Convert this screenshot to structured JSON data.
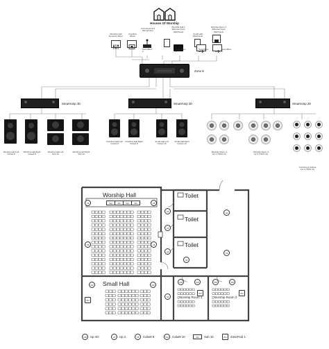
{
  "title": "Houses Of Worship",
  "sources": [
    {
      "label": "Worship Hall\nDynamic Mixer"
    },
    {
      "label": "Overflow\nMusic"
    },
    {
      "label": "Announcement\nMicrophone"
    },
    {
      "label": "SoundFlex 2"
    },
    {
      "label": "Worship Hall 1\nEthernet Input\nWall Panel"
    },
    {
      "label": "SoundFlex 2"
    },
    {
      "label": "Small Hall\nWall Panel"
    },
    {
      "label": "SoundFlex 2"
    },
    {
      "label": "Worship Room 1\nEthernet Input\nWall Panel"
    },
    {
      "label": "SoundFlex 2"
    }
  ],
  "zone": {
    "name": "Zone 8"
  },
  "amps": [
    {
      "name": "SmartAmp 30"
    },
    {
      "name": "SmartAmp 30"
    },
    {
      "name": "SmartAmp 20"
    }
  ],
  "speaker_labels": [
    "Worship Hall Left\nCubeA 8",
    "Worship Hall Right\nCubeA 8",
    "Worship Hall Left\nSub 10",
    "Worship Hall Right\nSub 10",
    "Overflow Hall Left\nCubeA 8",
    "Overflow Hall Right\nCubeA 8",
    "Small Hall Left\nCubeA 10",
    "Small Hall Right\nCubeA 10",
    "Worship Room 1\nUp 4 (TWO x2)",
    "Worship Room 2\nUp 4 (TWO x2)",
    "Corridors & Toilets\nUp 4 (TWO x2)"
  ],
  "rooms": {
    "worship_hall": "Worship Hall",
    "small_hall": "Small Hall",
    "toilet1": "Toilet",
    "toilet2": "Toilet",
    "toilet3": "Toilet",
    "worship_room1": "Worship Room 1",
    "worship_room2": "Worship Room 2"
  },
  "plan_tags": {
    "s10": "S10",
    "c8": "C8",
    "c10": "C10",
    "u4": "U4",
    "u40": "U40",
    "zf": "ZF1"
  },
  "legend": [
    {
      "symbol": "U40",
      "label": "Up 4O"
    },
    {
      "symbol": "U4",
      "label": "Up 4"
    },
    {
      "symbol": "C8",
      "label": "Cube8 8"
    },
    {
      "symbol": "C10",
      "label": "Cube8 10"
    },
    {
      "symbol": "S10",
      "label": "Sub 10"
    },
    {
      "symbol": "ZF1",
      "label": "ZoneFeid 1"
    }
  ],
  "colors": {
    "wall": "#444444",
    "seat": "#555555",
    "amp": "#1e1e1e"
  }
}
